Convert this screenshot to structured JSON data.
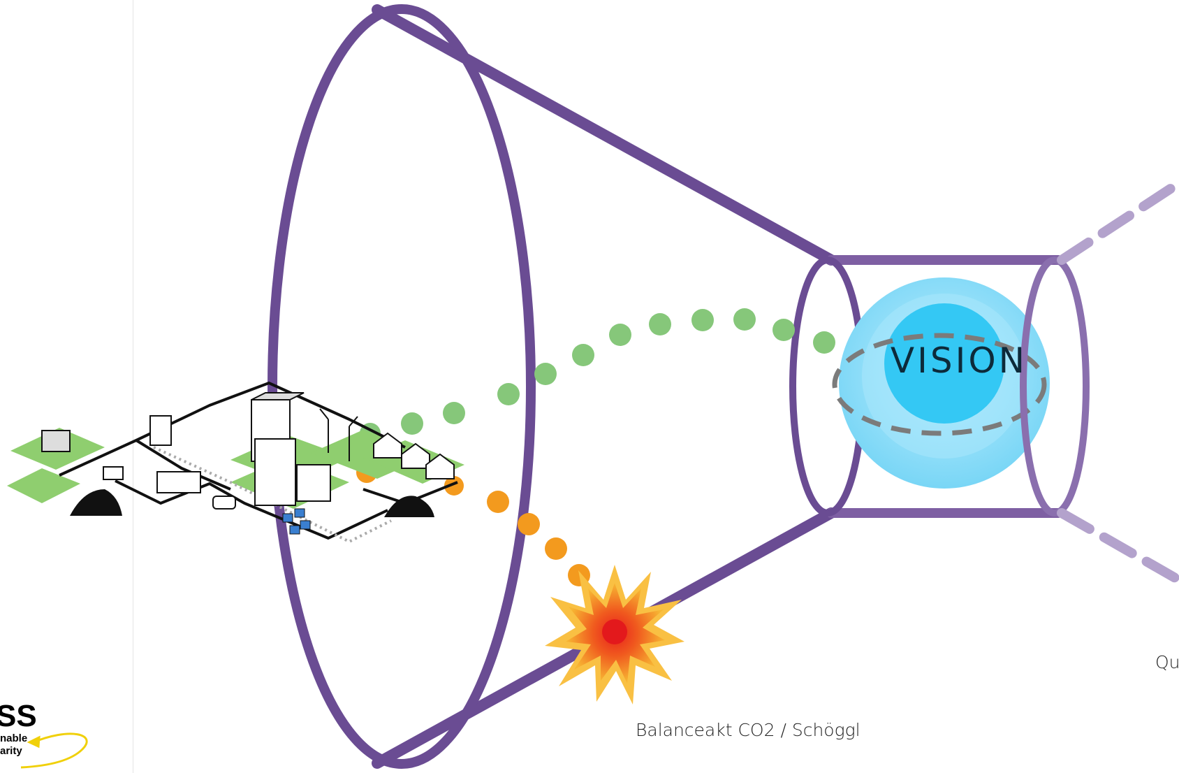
{
  "vision_label": "VISION",
  "captions": {
    "balance": "Balanceakt CO2 / Schöggl",
    "source": "Qu"
  },
  "logo": {
    "big": "SS",
    "line1": "nable",
    "line2": "arity"
  },
  "colors": {
    "funnel": "#6a4c93",
    "funnel_light": "#8a6fae",
    "green_dots": "#86c77a",
    "orange_dots": "#f39a1e",
    "vision_outer": "#8fdcf6",
    "vision_inner": "#34c8f4",
    "city_green": "#8fce6f",
    "dashed_ellipse": "#7b7b7b",
    "logo_arrow": "#f0d00a"
  },
  "icons": [
    "city-illustration-icon",
    "explosion-icon",
    "vision-sphere-icon",
    "logo-arrow-icon"
  ]
}
